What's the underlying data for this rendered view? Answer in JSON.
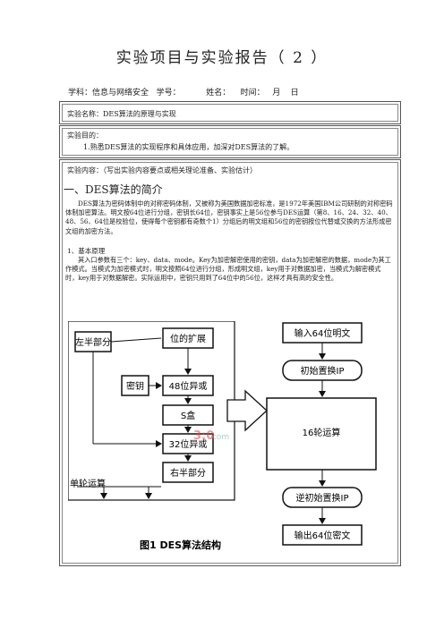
{
  "doc": {
    "title": "实验项目与实验报告（  2  ）",
    "meta_line": "学科：信息与网络安全   学号：          姓名：    时间：   月    日"
  },
  "section1": {
    "label": "实验名称：DES算法的原理与实现"
  },
  "section2": {
    "label": "实验目的：",
    "item": "1.熟悉DES算法的实现程序和具体应用，加深对DES算法的了解。"
  },
  "section3": {
    "label": "实验内容：（写出实验内容要点或相关理论准备、实验估计）",
    "heading": "一、DES算法的简介",
    "para1": "DES算法为密码体制中的对称密码体制，又被称为美国数据加密标准，是1972年美国IBM公司研制的对称密码体制加密算法。明文按64位进行分组，密钥长64位，密钥事实上是56位参与DES运算（第8、16、24、32、40、48、56、64位是校验位，使得每个密钥都有奇数个1）分组后的明文组和56位的密钥按位代替或交换的方法形成密文组的加密方法。",
    "sub": "1、基本原理",
    "para2": "其入口参数有三个：key、data、mode。Key为加密解密使用的密钥，data为加密解密的数据，mode为其工作模式。当模式为加密模式时，明文按照64位进行分组，形成明文组，key用于对数据加密，当模式为解密模式时，key用于对数据解密。实际运用中，密钥只用到了64位中的56位，这样才具有高的安全性。"
  },
  "figure": {
    "left_half": "左半部分",
    "expand": "位的扩展",
    "key": "密钥",
    "xor48": "48位异或",
    "sbox": "S盒",
    "xor32": "32位异或",
    "right_half": "右半部分",
    "round": "单轮运算",
    "in64": "输入64位明文",
    "ip": "初始置换IP",
    "rounds16": "16轮运算",
    "ip_inv": "逆初始置换IP",
    "out64": "输出64位密文",
    "caption": "图1   DES算法结构",
    "watermark": "3:0",
    "watermark2": ".com"
  }
}
